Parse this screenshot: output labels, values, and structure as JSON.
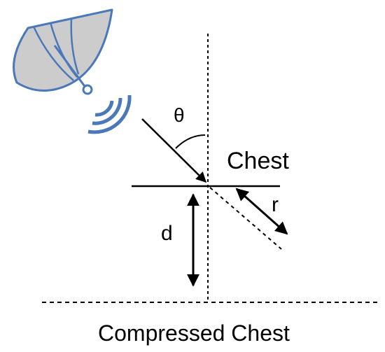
{
  "labels": {
    "theta": "θ",
    "chest": "Chest",
    "r": "r",
    "d": "d",
    "compressed_chest": "Compressed Chest"
  },
  "icons": {
    "antenna": "satellite-dish-icon",
    "signal": "signal-waves-icon"
  },
  "colors": {
    "dish_fill": "#cccccc",
    "dish_stroke": "#4a78b8",
    "wave": "#4a78b8",
    "line": "#000000"
  }
}
